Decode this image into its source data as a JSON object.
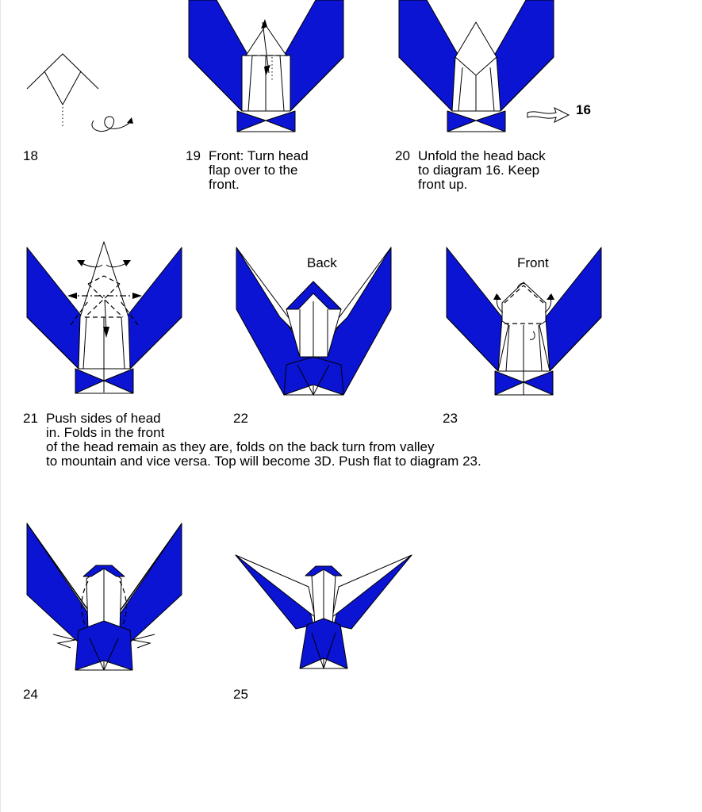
{
  "steps": {
    "s18": {
      "num": "18"
    },
    "s19": {
      "num": "19",
      "caption": [
        "Front: Turn head",
        "flap over to the",
        "front."
      ]
    },
    "s20": {
      "num": "20",
      "caption": [
        "Unfold the head back",
        "to diagram 16. Keep",
        "front up."
      ],
      "ref": "16"
    },
    "s21": {
      "num": "21",
      "caption": [
        "Push sides of head",
        "in. Folds in the front",
        "of the head remain as they are, folds on the back turn from valley",
        "to mountain and vice versa. Top will become 3D. Push flat to diagram 23."
      ]
    },
    "s22": {
      "num": "22",
      "label": "Back"
    },
    "s23": {
      "num": "23",
      "label": "Front"
    },
    "s24": {
      "num": "24"
    },
    "s25": {
      "num": "25"
    }
  },
  "colors": {
    "paper_color": "#0a14d2",
    "white_side": "#ffffff",
    "line": "#000000"
  }
}
